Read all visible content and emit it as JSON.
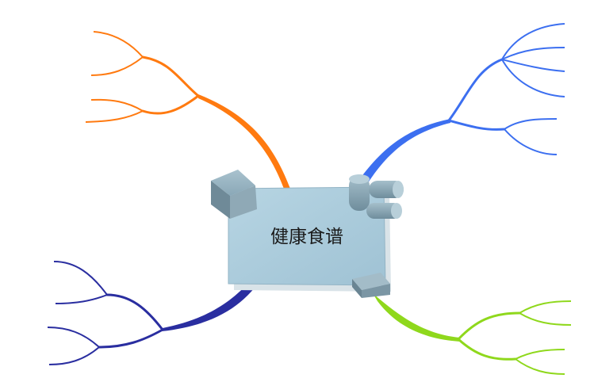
{
  "central_topic": {
    "label": "健康食谱"
  },
  "branches": [
    {
      "id": "top-left",
      "color": "#ff7a10",
      "sub_topics": [
        "",
        ""
      ],
      "leaves": [
        "",
        "",
        "",
        ""
      ]
    },
    {
      "id": "top-right",
      "color": "#3c6ff0",
      "sub_topics": [
        "",
        ""
      ],
      "leaves": [
        "",
        "",
        "",
        "",
        "",
        ""
      ]
    },
    {
      "id": "bottom-left",
      "color": "#2a2ea0",
      "sub_topics": [
        "",
        ""
      ],
      "leaves": [
        "",
        "",
        "",
        ""
      ]
    },
    {
      "id": "bottom-right",
      "color": "#8fd81c",
      "sub_topics": [
        "",
        ""
      ],
      "leaves": [
        "",
        "",
        "",
        ""
      ]
    }
  ],
  "colors": {
    "card_fill": "#a8cadb",
    "card_decor": "#7a97a6",
    "background": "#ffffff"
  }
}
